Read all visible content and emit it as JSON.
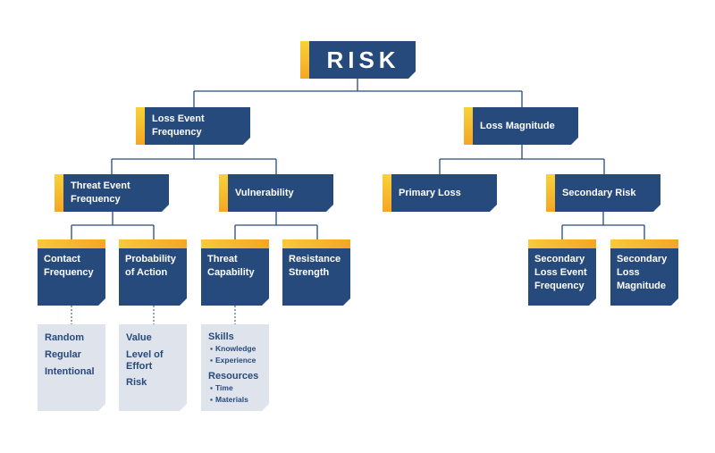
{
  "root": {
    "label": "RISK"
  },
  "level1": {
    "loss_event_frequency": "Loss Event Frequency",
    "loss_magnitude": "Loss Magnitude"
  },
  "level2": {
    "threat_event_frequency": "Threat Event Frequency",
    "vulnerability": "Vulnerability",
    "primary_loss": "Primary Loss",
    "secondary_risk": "Secondary Risk"
  },
  "level3": {
    "contact_frequency": "Contact Frequency",
    "probability_of_action": "Probability of Action",
    "threat_capability": "Threat Capability",
    "resistance_strength": "Resistance Strength",
    "secondary_loss_event_frequency": "Secondary Loss Event Frequency",
    "secondary_loss_magnitude": "Secondary Loss Magnitude"
  },
  "notes": {
    "contact_frequency": [
      "Random",
      "Regular",
      "Intentional"
    ],
    "probability_of_action": [
      "Value",
      "Level of Effort",
      "Risk"
    ],
    "threat_capability": {
      "skills_label": "Skills",
      "skills": [
        "Knowledge",
        "Experience"
      ],
      "resources_label": "Resources",
      "resources": [
        "Time",
        "Materials"
      ]
    }
  },
  "colors": {
    "node": "#274a7c",
    "accent": "#f5a623",
    "note": "#dfe3ec",
    "connector": "#274a7c"
  }
}
